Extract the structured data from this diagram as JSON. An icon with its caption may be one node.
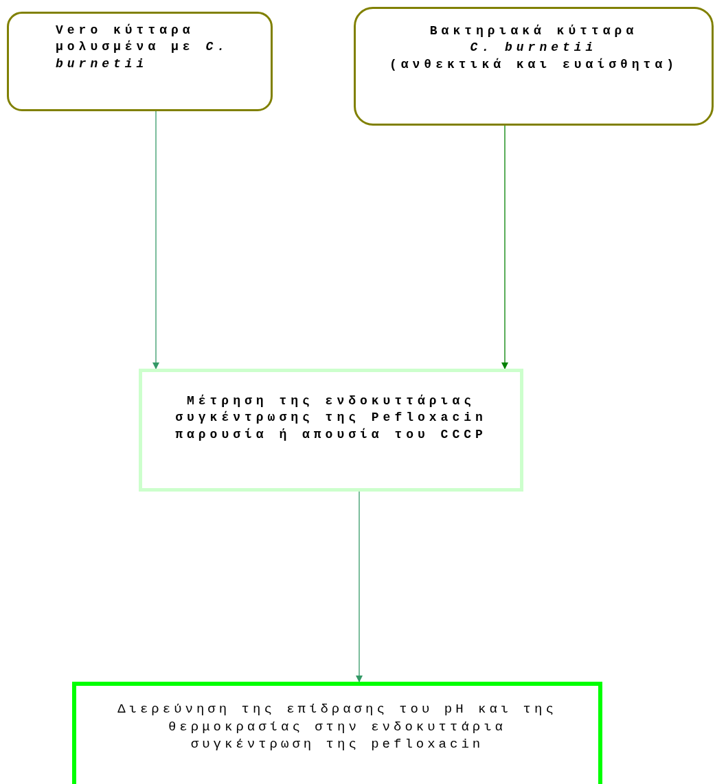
{
  "diagram": {
    "nodes": [
      {
        "text": [
          "Vero κύτταρα μολυσμένα με *C. burnetii*"
        ]
      },
      {
        "text": [
          "Βακτηριακά κύτταρα",
          "C. burnetii",
          "(ανθεκτικά και ευαίσθητα)"
        ]
      },
      {
        "text": [
          "Μέτρηση της ενδοκυττάριας συγκέντρωσης της Pefloxacin παρουσία ή απουσία του CCCP"
        ]
      },
      {
        "text": [
          "Διερεύνηση της επίδρασης του pH και της θερμοκρασίας στην ενδοκυττάρια συγκέντρωση της pefloxacin"
        ]
      }
    ],
    "edges": [
      {
        "from": 0,
        "to": 2,
        "arrow": "to"
      },
      {
        "from": 1,
        "to": 2,
        "arrow": "to",
        "color": "#008000"
      },
      {
        "from": 2,
        "to": 3,
        "arrow": "to"
      }
    ]
  }
}
